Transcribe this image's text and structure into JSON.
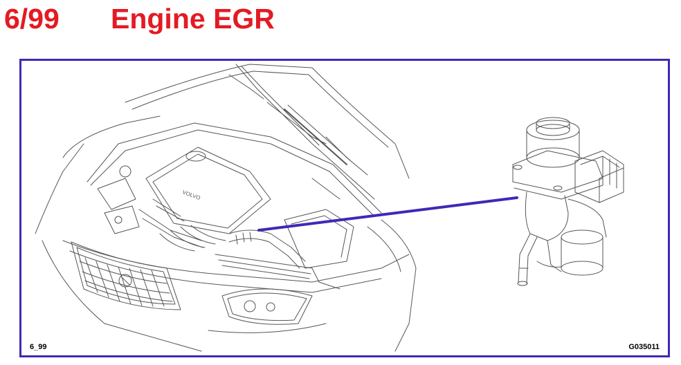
{
  "header": {
    "number": "6/99",
    "title": "Engine EGR"
  },
  "figure": {
    "label_left": "6_99",
    "label_right": "G035011",
    "emblem_text": "VOLVO"
  },
  "colors": {
    "title": "#e31b23",
    "frame": "#3d2ab5",
    "leader": "#3d2ab5",
    "lineart": "#555555"
  }
}
